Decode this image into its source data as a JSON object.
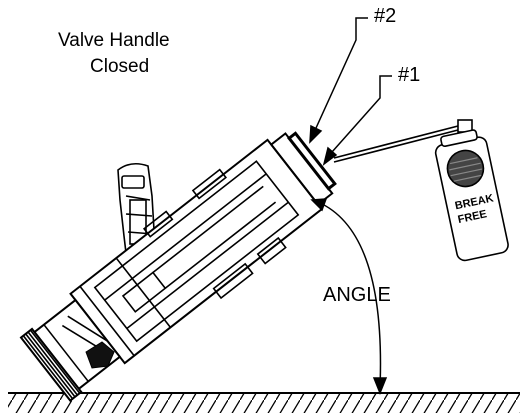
{
  "title": {
    "line1": "Valve Handle",
    "line2": "Closed"
  },
  "callouts": {
    "marker_2": "#2",
    "marker_1": "#1"
  },
  "angle_label": "ANGLE",
  "spray_can": {
    "brand_line1": "BREAK",
    "brand_line2": "FREE"
  },
  "colors": {
    "ink": "#000000",
    "background": "#ffffff"
  }
}
